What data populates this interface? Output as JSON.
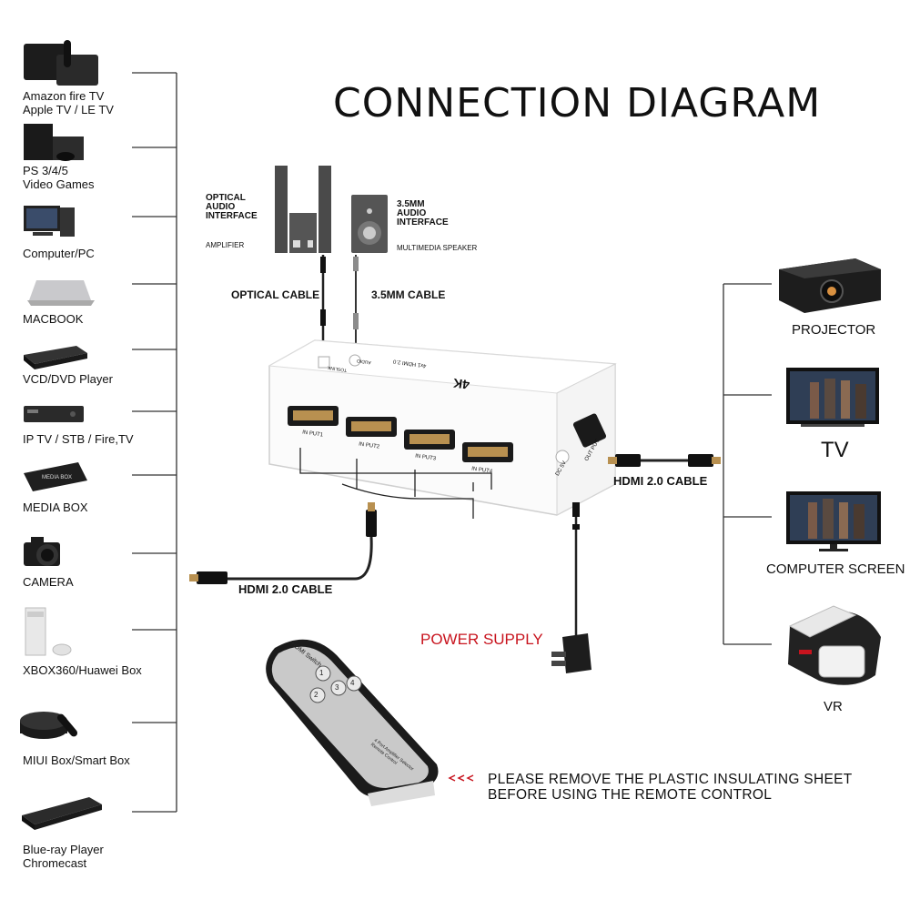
{
  "title": "CONNECTION DIAGRAM",
  "sources": [
    {
      "label": "Amazon fire TV\nApple TV / LE TV",
      "icon": "tv-box-icon"
    },
    {
      "label": "PS 3/4/5\nVideo Games",
      "icon": "game-console-icon"
    },
    {
      "label": "Computer/PC",
      "icon": "computer-icon"
    },
    {
      "label": "MACBOOK",
      "icon": "laptop-icon"
    },
    {
      "label": "VCD/DVD Player",
      "icon": "dvd-player-icon"
    },
    {
      "label": "IP TV / STB / Fire,TV",
      "icon": "set-top-box-icon"
    },
    {
      "label": "MEDIA BOX",
      "icon": "media-box-icon"
    },
    {
      "label": "CAMERA",
      "icon": "camera-icon"
    },
    {
      "label": "XBOX360/Huawei Box",
      "icon": "xbox-icon"
    },
    {
      "label": "MIUI Box/Smart Box",
      "icon": "smart-box-icon"
    },
    {
      "label": "Blue-ray Player\nChromecast",
      "icon": "bluray-icon"
    }
  ],
  "outputs": [
    {
      "label": "PROJECTOR",
      "icon": "projector-icon"
    },
    {
      "label": "TV",
      "icon": "tv-icon"
    },
    {
      "label": "COMPUTER SCREEN",
      "icon": "monitor-icon"
    },
    {
      "label": "VR",
      "icon": "vr-headset-icon"
    }
  ],
  "audio": {
    "optical_title": "OPTICAL\nAUDIO\nINTERFACE",
    "amplifier": "AMPLIFIER",
    "jack_title": "3.5MM\nAUDIO\nINTERFACE",
    "speaker": "MULTIMEDIA SPEAKER",
    "optical_cable": "OPTICAL CABLE",
    "jack_cable": "3.5MM CABLE"
  },
  "switch": {
    "brand": "4K",
    "model": "4x1 HDMI 2.0",
    "inputs": [
      "IN PUT1",
      "IN PUT2",
      "IN PUT3",
      "IN PUT4"
    ],
    "output": "OUT PUT",
    "dc": "DC 5V",
    "toslink": "TOSLINK",
    "audio": "AUDIO"
  },
  "cables": {
    "input_cable": "HDMI 2.0 CABLE",
    "output_cable": "HDMI 2.0 CABLE"
  },
  "power_supply": "POWER SUPPLY",
  "remote": {
    "header": "HDMI Switch",
    "buttons": [
      "1",
      "2",
      "3",
      "4"
    ],
    "footer": "4 Port Amplifier Selector\nRemote Control"
  },
  "note": "PLEASE REMOVE THE PLASTIC INSULATING SHEET\nBEFORE USING THE REMOTE CONTROL",
  "colors": {
    "power": "#c8141e",
    "arrow": "#c8141e"
  }
}
